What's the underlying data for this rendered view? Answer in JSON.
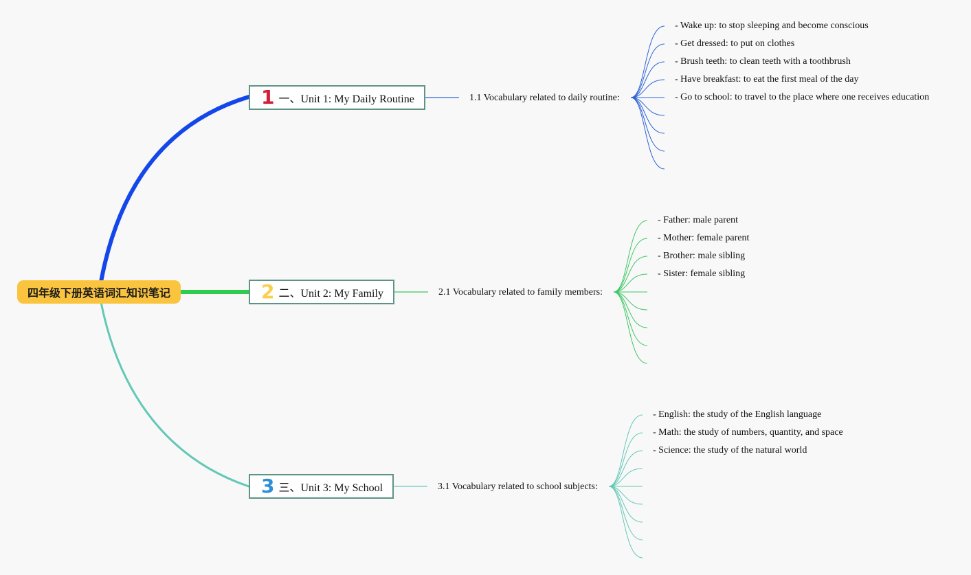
{
  "root": {
    "label": "四年级下册英语词汇知识笔记",
    "color": "#fbc43f"
  },
  "units": [
    {
      "num": "1",
      "num_color": "#d3203a",
      "title": "一、Unit 1: My Daily Routine",
      "branch_color": "#1447ea",
      "leaf_color": "#2c63d6",
      "topic": "1.1 Vocabulary related to daily routine:",
      "items": [
        "- Wake up: to stop sleeping and become conscious",
        "- Get dressed: to put on clothes",
        "- Brush teeth: to clean teeth with a toothbrush",
        "- Have breakfast: to eat the first meal of the day",
        "- Go to school: to travel to the place where one receives education",
        "",
        "",
        "",
        ""
      ]
    },
    {
      "num": "2",
      "num_color": "#f9cf4d",
      "title": "二、Unit 2: My Family",
      "branch_color": "#2dcd4e",
      "leaf_color": "#3ec764",
      "topic": "2.1 Vocabulary related to family members:",
      "items": [
        "- Father: male parent",
        "- Mother: female parent",
        "- Brother: male sibling",
        "- Sister: female sibling",
        "",
        "",
        "",
        "",
        ""
      ]
    },
    {
      "num": "3",
      "num_color": "#2f8fd6",
      "title": "三、Unit 3: My School",
      "branch_color": "#63c8b4",
      "leaf_color": "#63c8b4",
      "topic": "3.1 Vocabulary related to school subjects:",
      "items": [
        "- English: the study of the English language",
        "- Math: the study of numbers, quantity, and space",
        "- Science: the study of the natural world",
        "",
        "",
        "",
        "",
        "",
        ""
      ]
    }
  ]
}
